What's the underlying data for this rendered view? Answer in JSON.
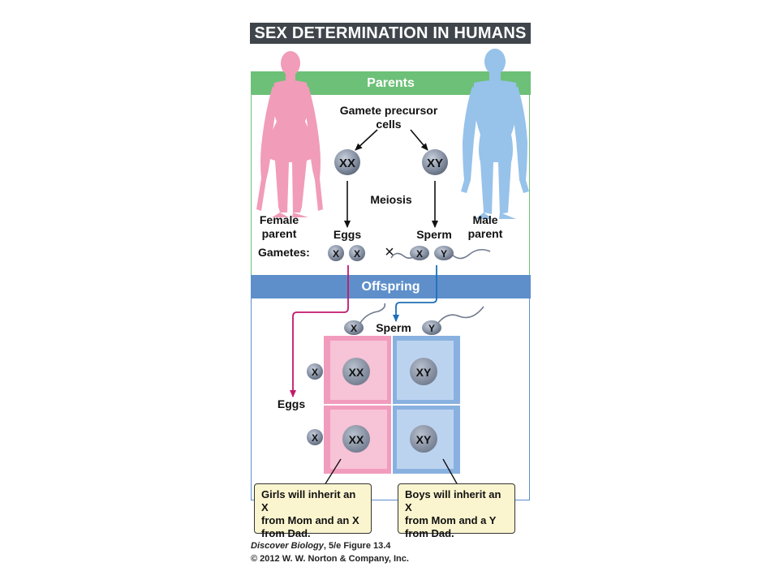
{
  "title": "SEX DETERMINATION IN HUMANS",
  "sections": {
    "parents": "Parents",
    "offspring": "Offspring"
  },
  "labels": {
    "gamete_precursor_line1": "Gamete precursor",
    "gamete_precursor_line2": "cells",
    "meiosis": "Meiosis",
    "female_parent_line1": "Female",
    "female_parent_line2": "parent",
    "male_parent_line1": "Male",
    "male_parent_line2": "parent",
    "eggs": "Eggs",
    "sperm": "Sperm",
    "gametes": "Gametes:",
    "cross": "×",
    "offspring_sperm": "Sperm",
    "offspring_eggs": "Eggs"
  },
  "precursor_cells": {
    "female": "XX",
    "male": "XY"
  },
  "gametes": {
    "eggs": [
      "X",
      "X"
    ],
    "sperm": [
      "X",
      "Y"
    ]
  },
  "offspring_sperm": [
    "X",
    "Y"
  ],
  "offspring_eggs": [
    "X",
    "X"
  ],
  "punnett": [
    [
      "XX",
      "XY"
    ],
    [
      "XX",
      "XY"
    ]
  ],
  "callouts": {
    "girls": "Girls will inherit an X\nfrom Mom and an X\nfrom Dad.",
    "boys": "Boys will inherit an X\nfrom Mom and a Y\nfrom Dad."
  },
  "credit": {
    "book": "Discover Biology",
    "figure": ", 5/e  Figure 13.4",
    "copyright": "© 2012 W. W. Norton & Company, Inc."
  },
  "colors": {
    "female": "#f19cb9",
    "male": "#97c2ea",
    "parents_band": "#6cc077",
    "offspring_band": "#5e8fcb",
    "cell": "#8e99ab",
    "egg_arrow": "#c2186b",
    "sperm_arrow": "#1f6fb8"
  }
}
